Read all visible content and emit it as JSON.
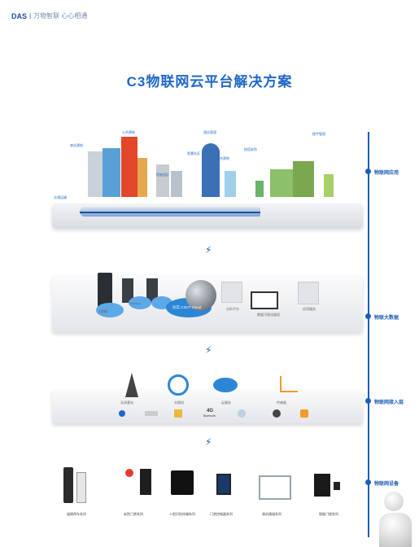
{
  "header": {
    "brand": "DAS",
    "separator": "|",
    "tagline": "万物智联  心心相通"
  },
  "title": "C3物联网云平台解决方案",
  "layers": [
    {
      "label": "物联网应用"
    },
    {
      "label": "物联大数据"
    },
    {
      "label": "物联网接入层"
    },
    {
      "label": "物联网设备"
    }
  ],
  "app_labels": [
    "公共建筑",
    "商业建筑",
    "酒店管理",
    "智慧社区",
    "智能园区",
    "公共建筑",
    "校园安防",
    "楼宇管理",
    "智慧办公",
    "交通运输"
  ],
  "cloud_label": "达实 C3IoT Cloud",
  "data_labels": [
    "大数据",
    "Backup",
    "分析平台",
    "数据可视化展现",
    "应用服务"
  ],
  "access_labels": [
    "无线基站",
    "交换机",
    "云服务",
    "4G",
    "Bluetooth",
    "传感器"
  ],
  "protocols": [
    "4G",
    "Bluetooth"
  ],
  "devices": [
    "道闸停车系列",
    "安防门禁系列",
    "人脸识别终端系列",
    "门禁控制器系列",
    "闸机通道系列",
    "智能门锁系列"
  ]
}
